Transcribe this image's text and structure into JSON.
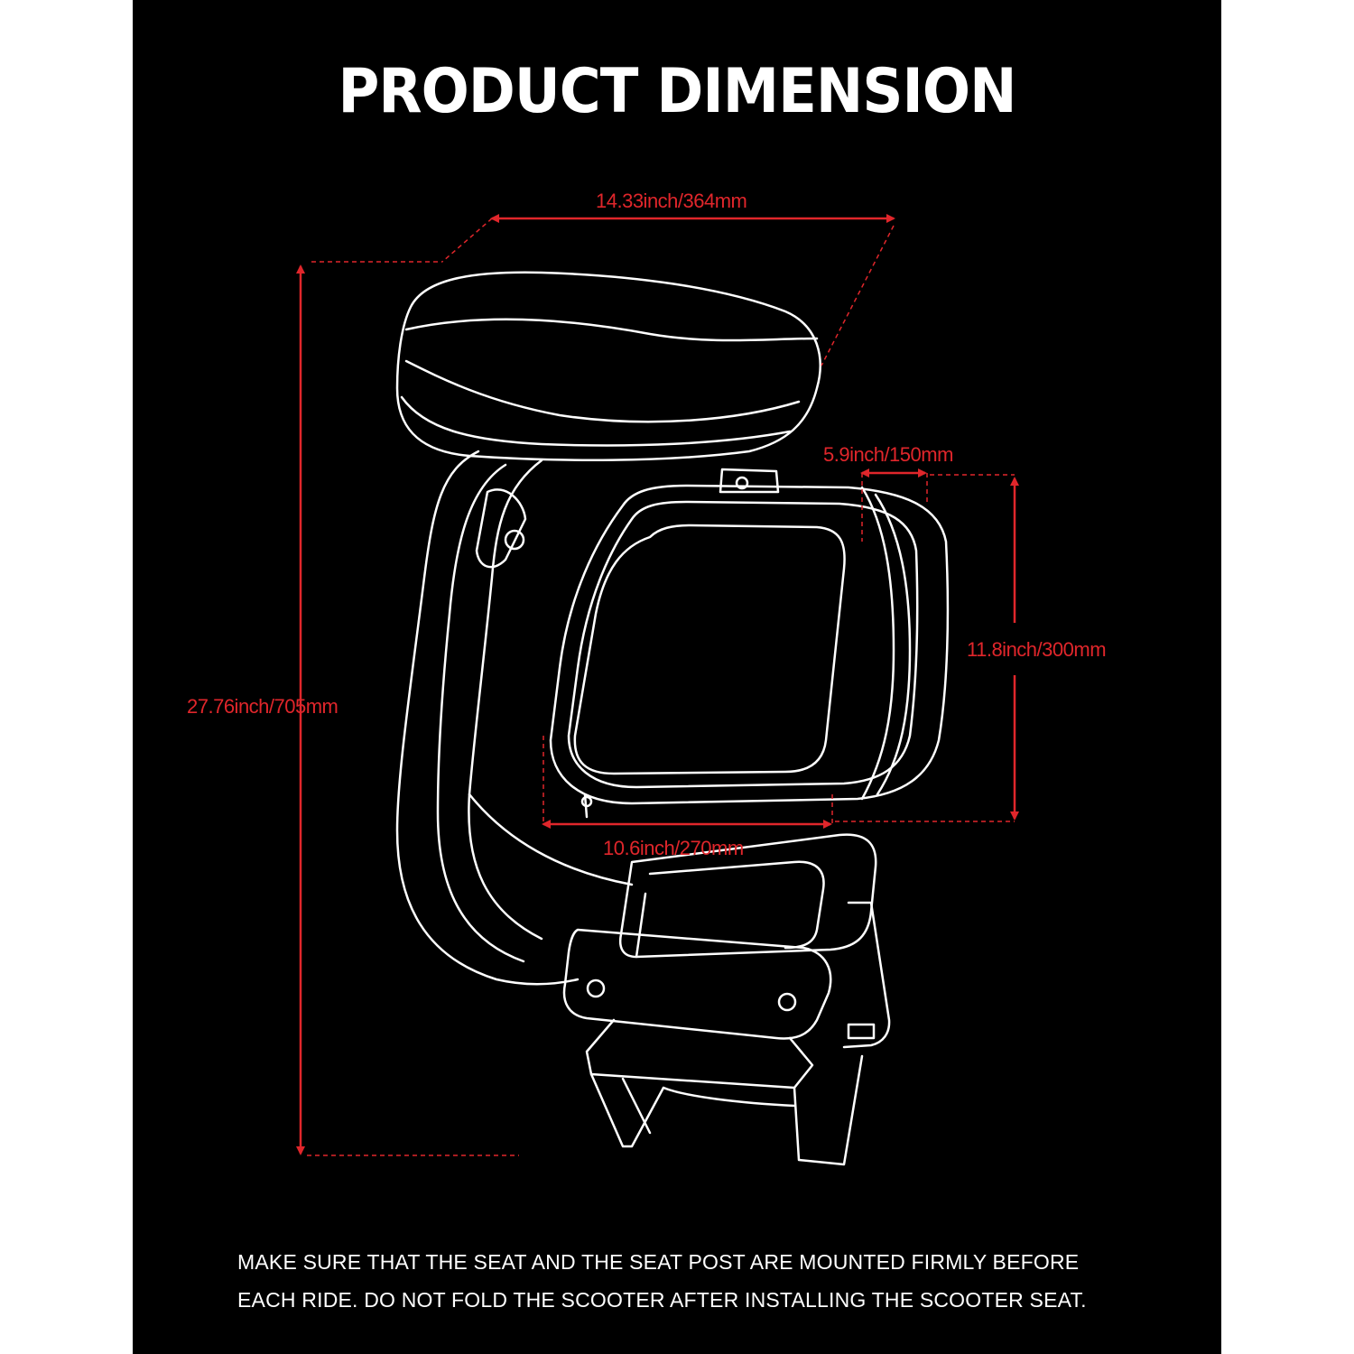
{
  "title": "PRODUCT DIMENSION",
  "dimensions": {
    "seat_width": "14.33inch/364mm",
    "total_height": "27.76inch/705mm",
    "bag_depth": "5.9inch/150mm",
    "bag_height": "11.8inch/300mm",
    "bag_width": "10.6inch/270mm"
  },
  "note": {
    "line1": "MAKE SURE THAT THE SEAT AND THE SEAT POST ARE MOUNTED FIRMLY BEFORE",
    "line2": "EACH RIDE.  DO NOT FOLD THE SCOOTER AFTER INSTALLING THE SCOOTER SEAT."
  },
  "colors": {
    "background": "#000000",
    "outline": "#ffffff",
    "dimension": "#e0262b"
  }
}
